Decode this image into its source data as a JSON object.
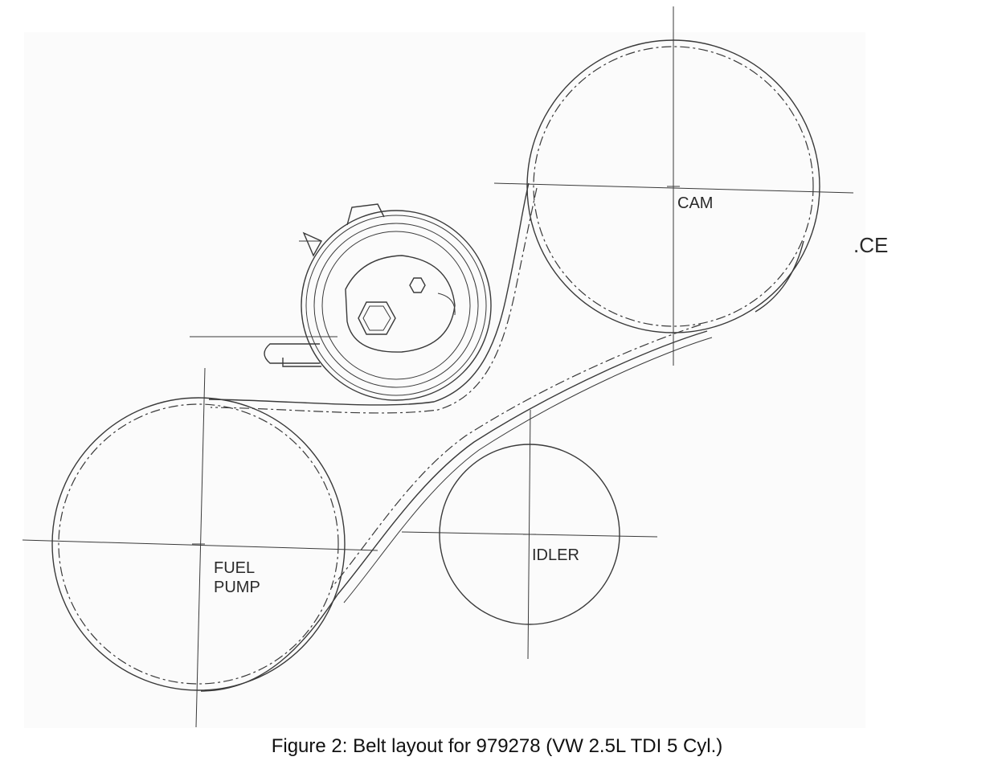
{
  "labels": {
    "cam": "CAM",
    "fuel_pump_line1": "FUEL",
    "fuel_pump_line2": "PUMP",
    "idler": "IDLER",
    "partial_right": ".CE"
  },
  "caption": "Figure 2: Belt layout for 979278 (VW 2.5L TDI 5 Cyl.)",
  "colors": {
    "line": "#3a3a3a",
    "background": "#ffffff"
  }
}
